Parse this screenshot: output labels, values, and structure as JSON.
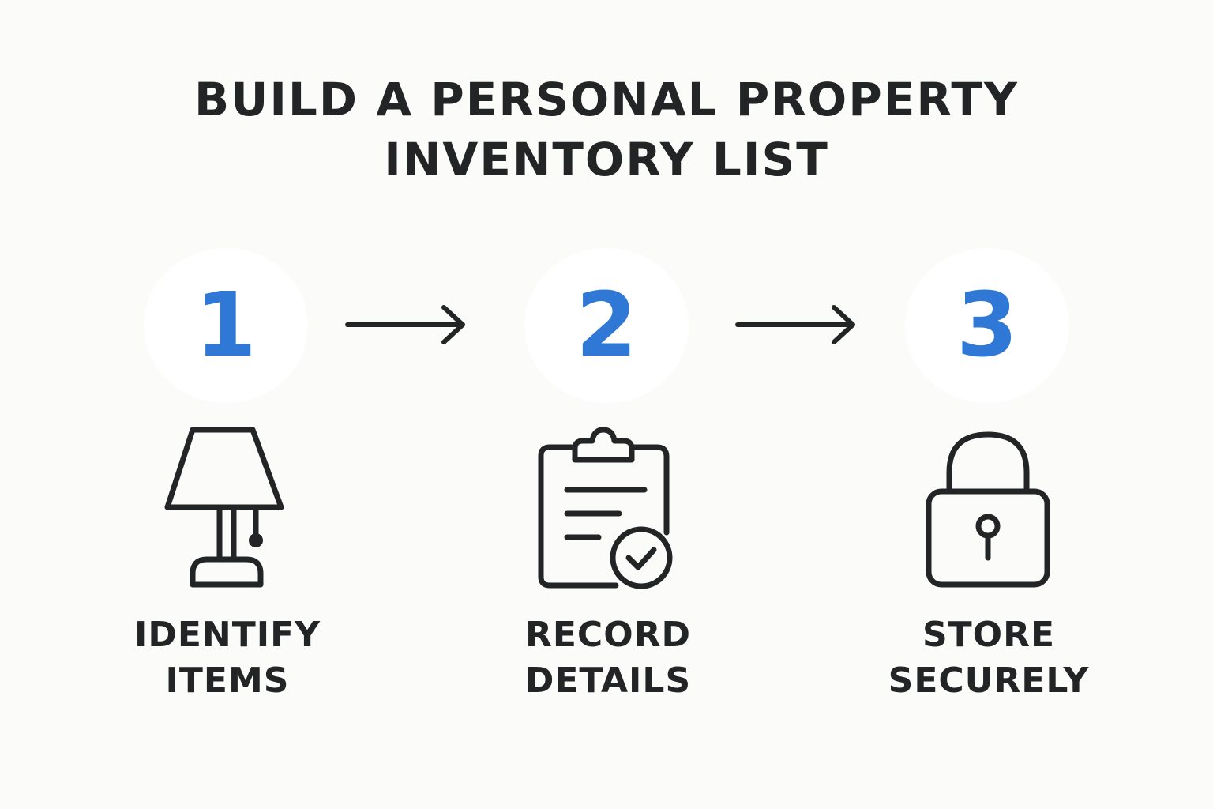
{
  "title": {
    "line1": "BUILD A PERSONAL PROPERTY",
    "line2": "INVENTORY LIST"
  },
  "colors": {
    "background": "#fbfbfa",
    "number": "#2f78d6",
    "text": "#222426",
    "circle": "#ffffff"
  },
  "steps": [
    {
      "number": "1",
      "icon": "lamp-icon",
      "label_line1": "IDENTIFY",
      "label_line2": "ITEMS"
    },
    {
      "number": "2",
      "icon": "clipboard-check-icon",
      "label_line1": "RECORD",
      "label_line2": "DETAILS"
    },
    {
      "number": "3",
      "icon": "lock-icon",
      "label_line1": "STORE",
      "label_line2": "SECURELY"
    }
  ]
}
